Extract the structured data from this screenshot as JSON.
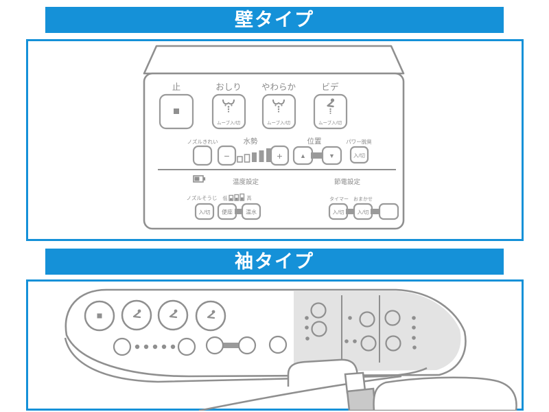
{
  "colors": {
    "accent": "#1591d8",
    "line": "#8f8f8f",
    "label": "#8a8a8a",
    "light_gray": "#e3e3e3"
  },
  "sections": {
    "wall": {
      "title": "壁タイプ"
    },
    "sleeve": {
      "title": "袖タイプ"
    }
  },
  "remote": {
    "stop_label": "止",
    "oshiri_label": "おしり",
    "soft_label": "やわらか",
    "bidet_label": "ビデ",
    "move_onoff": "ムーブ入/切",
    "nozzle_clean_label": "ノズルきれい",
    "water_label": "水勢",
    "minus": "−",
    "plus": "+",
    "position_label": "位置",
    "up_arrow": "▲",
    "down_arrow": "▼",
    "deodorizer_label": "パワー脱臭",
    "deodorizer_onoff": "入/切",
    "temp_label": "温度設定",
    "saving_label": "節電設定",
    "nozzle_wash_label": "ノズルそうじ",
    "nozzle_wash_onoff": "入/切",
    "low": "低",
    "high": "高",
    "seat_btn": "便座",
    "water_btn": "温水",
    "timer_label": "タイマー",
    "auto_label": "おまかせ",
    "timer_onoff": "入/切",
    "auto_onoff": "入/切"
  }
}
